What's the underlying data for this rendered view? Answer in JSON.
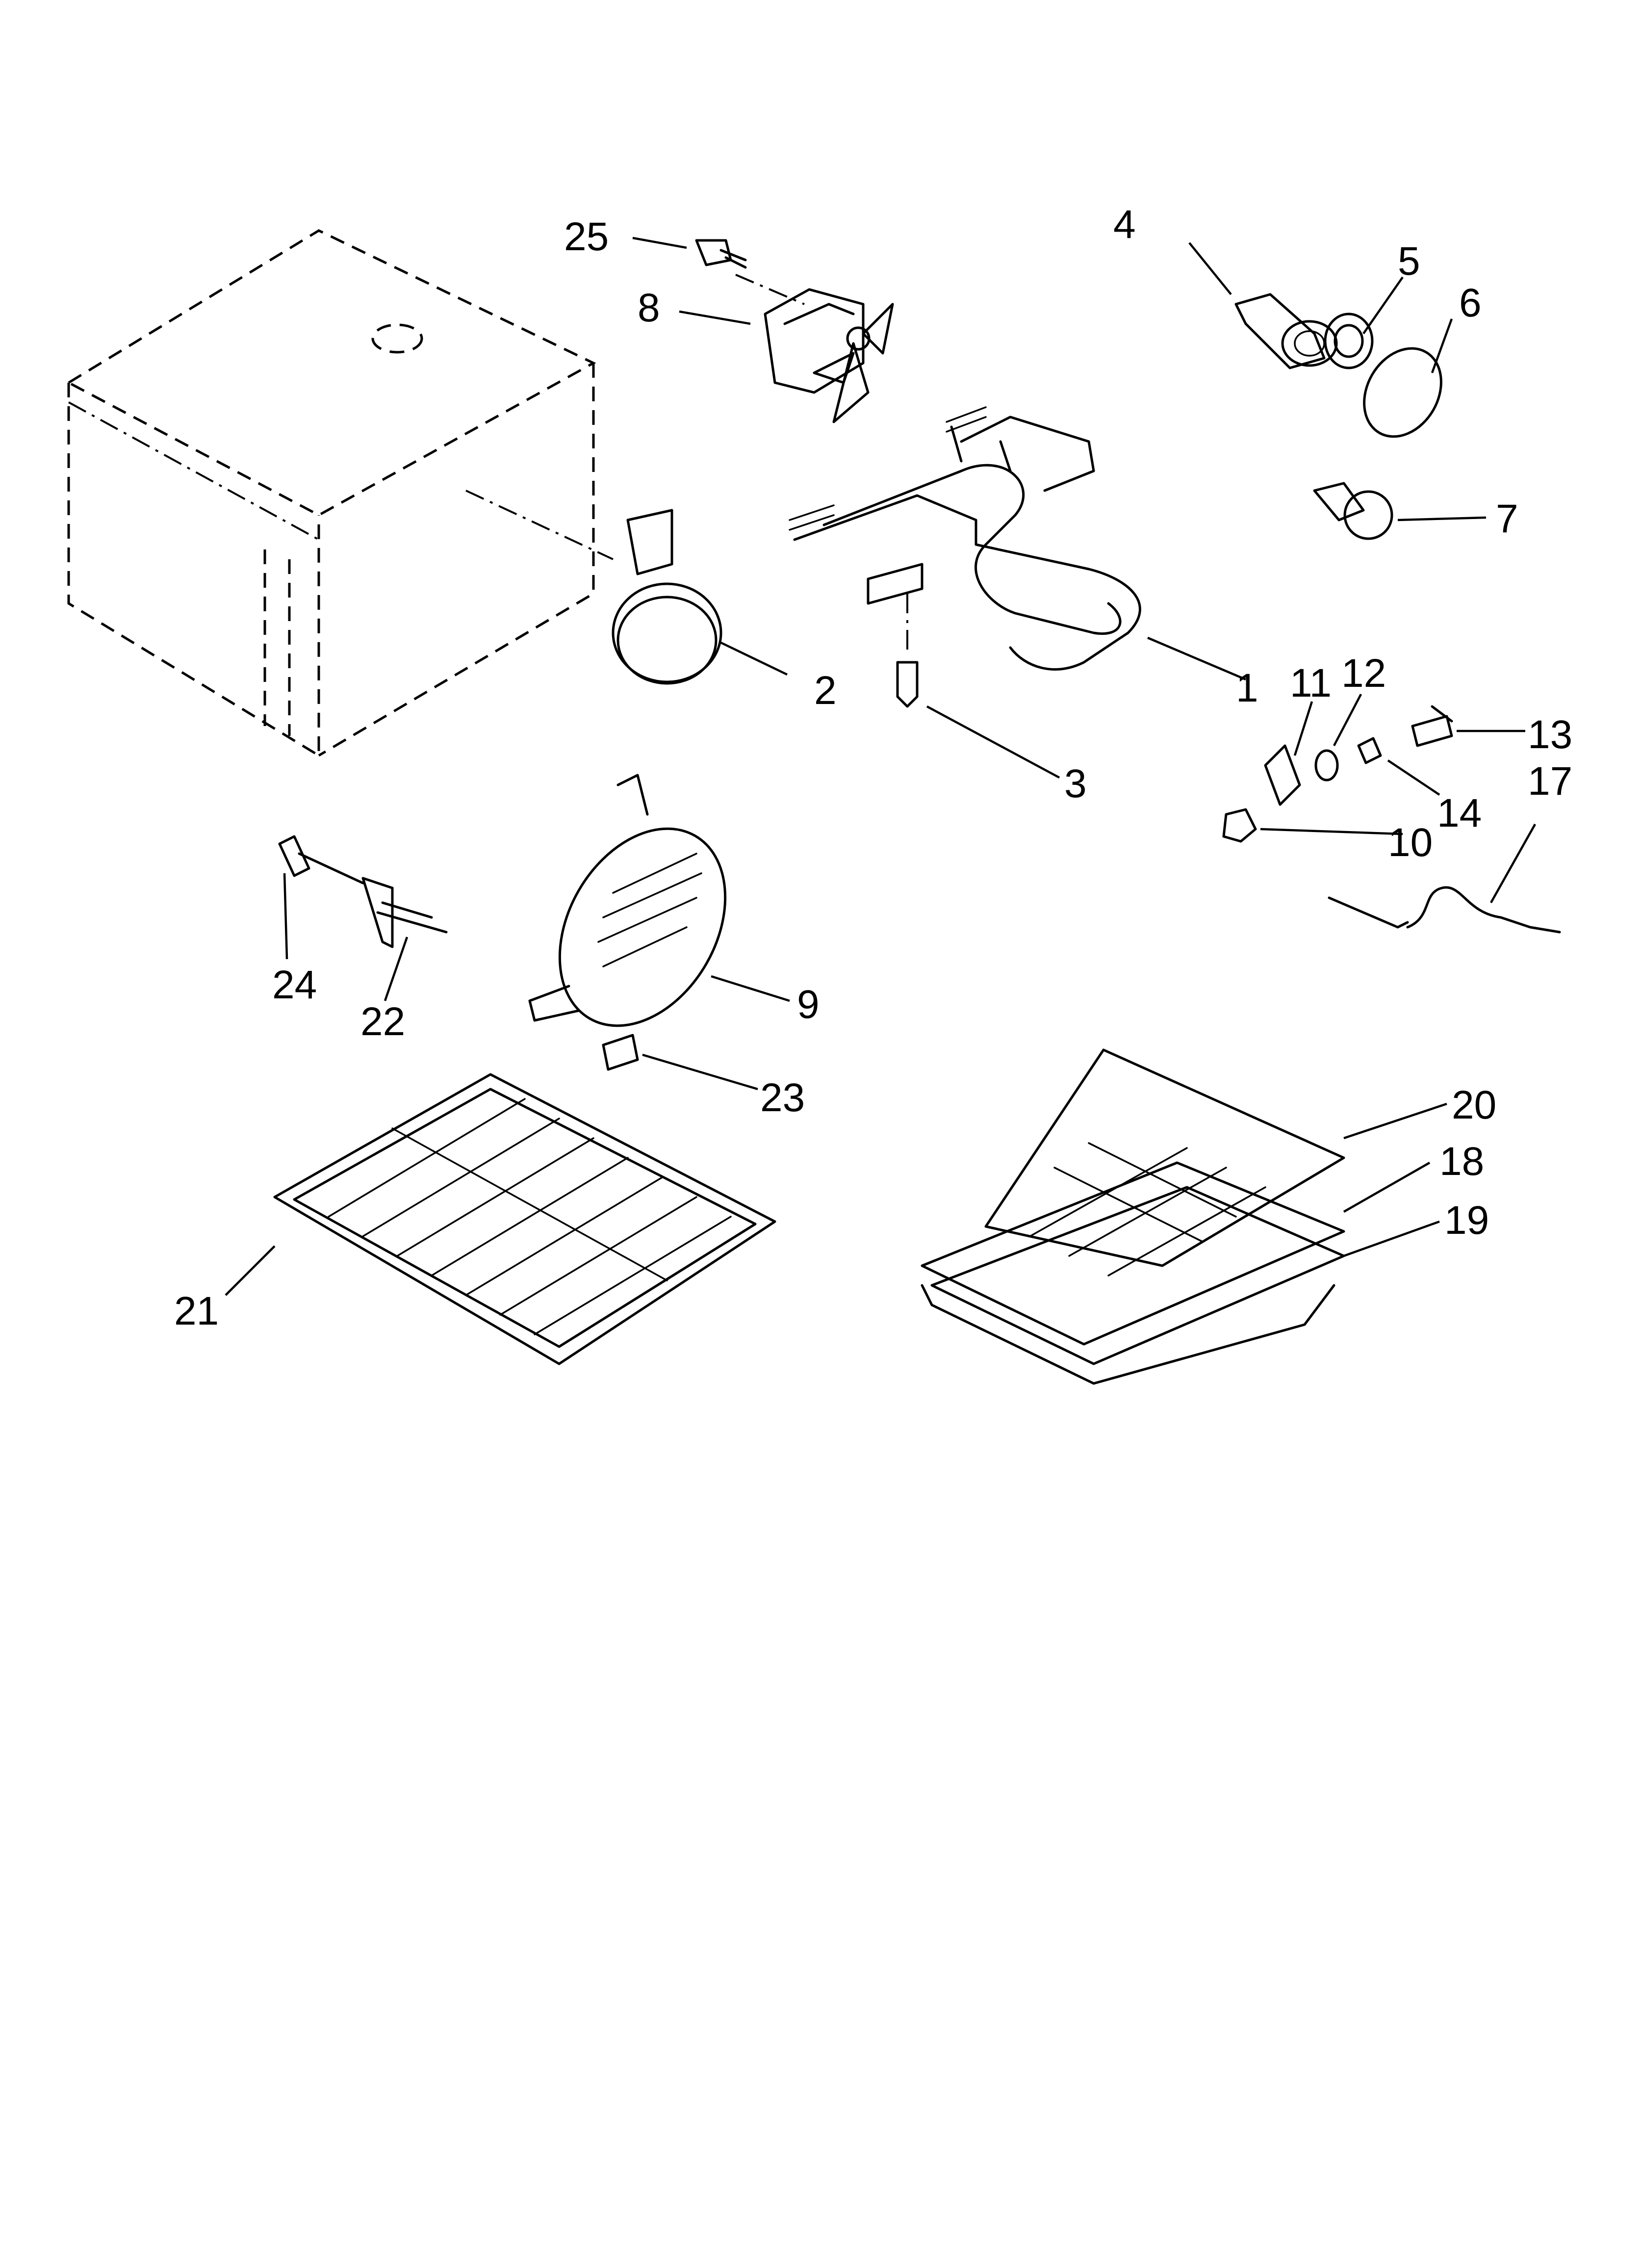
{
  "callouts": [
    {
      "id": "1",
      "label": "1"
    },
    {
      "id": "2",
      "label": "2"
    },
    {
      "id": "3",
      "label": "3"
    },
    {
      "id": "4",
      "label": "4"
    },
    {
      "id": "5",
      "label": "5"
    },
    {
      "id": "6",
      "label": "6"
    },
    {
      "id": "7",
      "label": "7"
    },
    {
      "id": "8",
      "label": "8"
    },
    {
      "id": "9",
      "label": "9"
    },
    {
      "id": "10",
      "label": "10"
    },
    {
      "id": "11",
      "label": "11"
    },
    {
      "id": "12",
      "label": "12"
    },
    {
      "id": "13",
      "label": "13"
    },
    {
      "id": "14",
      "label": "14"
    },
    {
      "id": "17",
      "label": "17"
    },
    {
      "id": "18",
      "label": "18"
    },
    {
      "id": "19",
      "label": "19"
    },
    {
      "id": "20",
      "label": "20"
    },
    {
      "id": "21",
      "label": "21"
    },
    {
      "id": "22",
      "label": "22"
    },
    {
      "id": "23",
      "label": "23"
    },
    {
      "id": "24",
      "label": "24"
    },
    {
      "id": "25",
      "label": "25"
    }
  ],
  "colors": {
    "ink": "#000000",
    "background": "#ffffff"
  }
}
